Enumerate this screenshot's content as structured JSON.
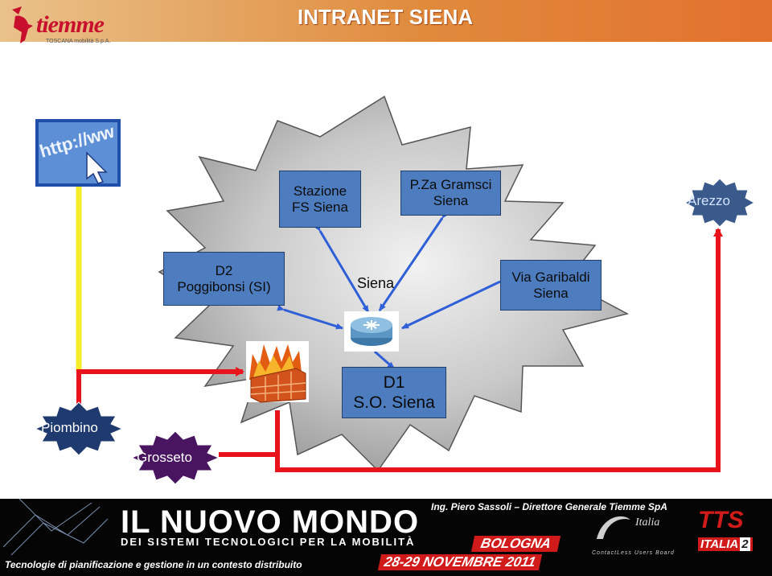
{
  "header": {
    "title": "INTRANET SIENA"
  },
  "logo": {
    "name": "tiemme",
    "subtitle": "TOSCANA mobilità S.p.A."
  },
  "diagram": {
    "nodes": {
      "stazione": "Stazione\nFS Siena",
      "gramsci": "P.Za Gramsci\nSiena",
      "arezzo": "Arezzo",
      "poggibonsi": "D2\nPoggibonsi (SI)",
      "siena": "Siena",
      "garibaldi": "Via Garibaldi\nSiena",
      "d1": "D1\nS.O. Siena",
      "piombino": "Piombino",
      "grosseto": "Grosseto"
    },
    "icons": [
      "globe-http-icon",
      "router-icon",
      "firewall-icon"
    ],
    "colors": {
      "box": "#4d7cbf",
      "star": "#b5b5b5",
      "red_link": "#e8131b",
      "yellow_link": "#f5ec28",
      "blue_link": "#2f5fd6",
      "seal_arezzo": "#3a5a8c",
      "seal_piombino": "#1f3a6e",
      "seal_grosseto": "#4a1560"
    }
  },
  "footer": {
    "title_line1": "IL NUOVO MONDO",
    "title_line2": "DEI SISTEMI TECNOLOGICI PER LA MOBILITÀ",
    "speaker": "Ing. Piero Sassoli – Direttore Generale Tiemme SpA",
    "city": "BOLOGNA",
    "dates": "28-29 NOVEMBRE 2011",
    "subtitle": "Tecnologie di pianificazione e gestione in un contesto distribuito",
    "tts": "TTS",
    "italia": "ITALIA",
    "italia_num": "2",
    "contactless_brand": "Italia",
    "contactless": "ContactLess Users Board"
  }
}
